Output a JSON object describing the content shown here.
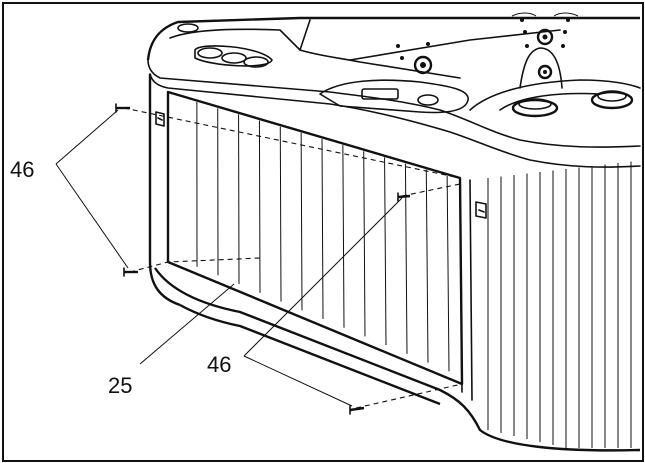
{
  "callouts": {
    "screw_left": "46",
    "panel": "25",
    "screw_bottom": "46"
  },
  "colors": {
    "line": "#111111",
    "panel_fill": "#ffffff",
    "cabinet_fill": "#ffffff",
    "background": "#ffffff"
  },
  "icons": {
    "screw": "screw-icon",
    "clip": "clip-icon",
    "jet": "jet-icon"
  }
}
